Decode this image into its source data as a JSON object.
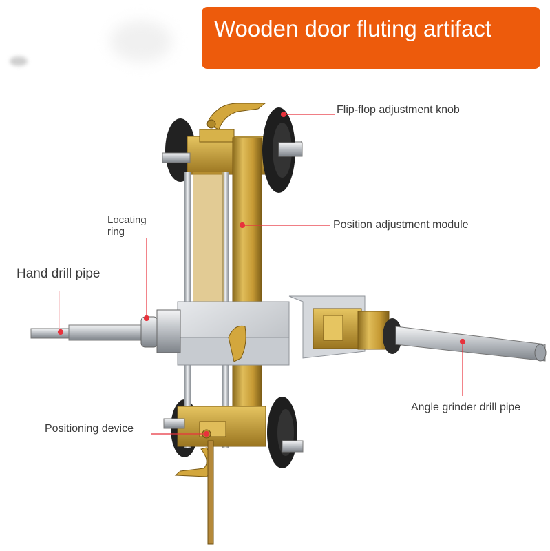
{
  "banner": {
    "title": "Wooden door fluting artifact"
  },
  "labels": {
    "flip_flop_knob": "Flip-flop adjustment knob",
    "position_module": "Position adjustment module",
    "locating_ring": "Locating\nring",
    "hand_drill_pipe": "Hand drill pipe",
    "angle_grinder_pipe": "Angle grinder drill pipe",
    "positioning_device": "Positioning device"
  },
  "colors": {
    "banner": "#ed5b0c",
    "gold": "#c8a23a",
    "silver": "#c9ccd0",
    "wheel": "#1f1f1f",
    "callout": "#e8323c"
  }
}
